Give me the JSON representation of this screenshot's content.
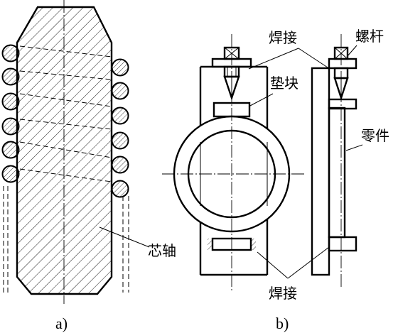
{
  "labels": {
    "mandrel": "芯轴",
    "weld_top": "焊接",
    "pad": "垫块",
    "screw": "螺杆",
    "part": "零件",
    "weld_bottom": "焊接"
  },
  "captions": {
    "a": "a)",
    "b": "b)"
  }
}
